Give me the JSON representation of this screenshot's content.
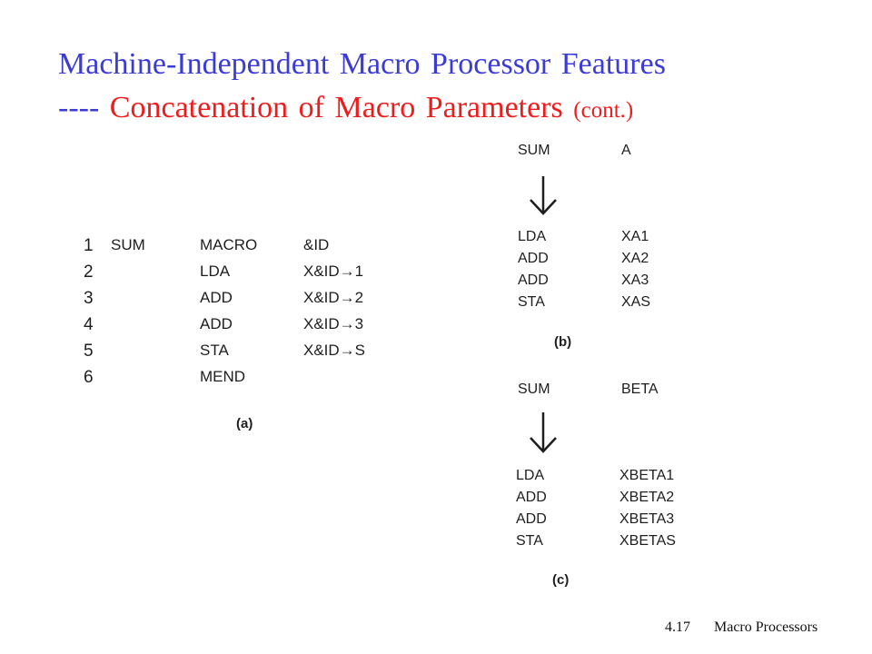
{
  "title": {
    "line1": "Machine-Independent Macro Processor Features",
    "dashes": "----",
    "line2": "Concatenation of Macro Parameters",
    "cont": "(cont.)"
  },
  "figure_a": {
    "rows": [
      {
        "num": "1",
        "label": "SUM",
        "op": "MACRO",
        "arg": "&ID"
      },
      {
        "num": "2",
        "label": "",
        "op": "LDA",
        "arg": "X&ID→1"
      },
      {
        "num": "3",
        "label": "",
        "op": "ADD",
        "arg": "X&ID→2"
      },
      {
        "num": "4",
        "label": "",
        "op": "ADD",
        "arg": "X&ID→3"
      },
      {
        "num": "5",
        "label": "",
        "op": "STA",
        "arg": "X&ID→S"
      },
      {
        "num": "6",
        "label": "",
        "op": "MEND",
        "arg": ""
      }
    ],
    "caption": "(a)"
  },
  "figure_b": {
    "call": {
      "op": "SUM",
      "arg": "A"
    },
    "expansion": [
      {
        "op": "LDA",
        "arg": "XA1"
      },
      {
        "op": "ADD",
        "arg": "XA2"
      },
      {
        "op": "ADD",
        "arg": "XA3"
      },
      {
        "op": "STA",
        "arg": "XAS"
      }
    ],
    "caption": "(b)",
    "arrow_icon": "down-arrow-icon"
  },
  "figure_c": {
    "call": {
      "op": "SUM",
      "arg": "BETA"
    },
    "expansion": [
      {
        "op": "LDA",
        "arg": "XBETA1"
      },
      {
        "op": "ADD",
        "arg": "XBETA2"
      },
      {
        "op": "ADD",
        "arg": "XBETA3"
      },
      {
        "op": "STA",
        "arg": "XBETAS"
      }
    ],
    "caption": "(c)",
    "arrow_icon": "down-arrow-icon"
  },
  "footer": {
    "page": "4.17",
    "chapter": "Macro Processors"
  },
  "colors": {
    "title_blue": "#3b3bd8",
    "title_red": "#ee1c1c",
    "text": "#1e1e1e"
  }
}
